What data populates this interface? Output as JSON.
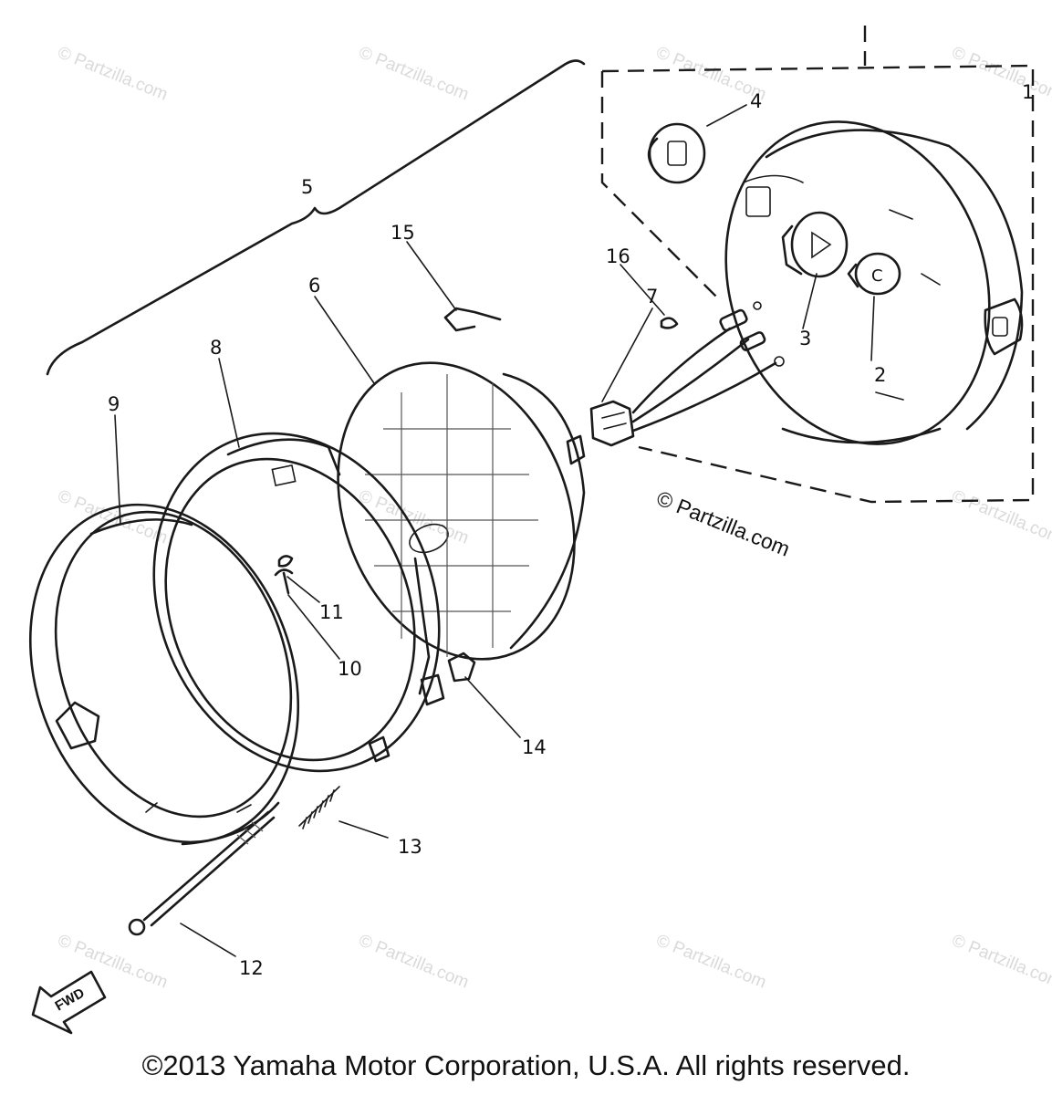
{
  "diagram": {
    "callouts": [
      {
        "id": "1",
        "label": "1"
      },
      {
        "id": "2",
        "label": "2"
      },
      {
        "id": "3",
        "label": "3"
      },
      {
        "id": "4",
        "label": "4"
      },
      {
        "id": "5",
        "label": "5"
      },
      {
        "id": "6",
        "label": "6"
      },
      {
        "id": "7",
        "label": "7"
      },
      {
        "id": "8",
        "label": "8"
      },
      {
        "id": "9",
        "label": "9"
      },
      {
        "id": "10",
        "label": "10"
      },
      {
        "id": "11",
        "label": "11"
      },
      {
        "id": "12",
        "label": "12"
      },
      {
        "id": "13",
        "label": "13"
      },
      {
        "id": "14",
        "label": "14"
      },
      {
        "id": "15",
        "label": "15"
      },
      {
        "id": "16",
        "label": "16"
      }
    ],
    "fwd_label": "FWD",
    "watermark": "© Partzilla.com",
    "copyright": "©2013 Yamaha Motor Corporation, U.S.A. All rights reserved."
  }
}
